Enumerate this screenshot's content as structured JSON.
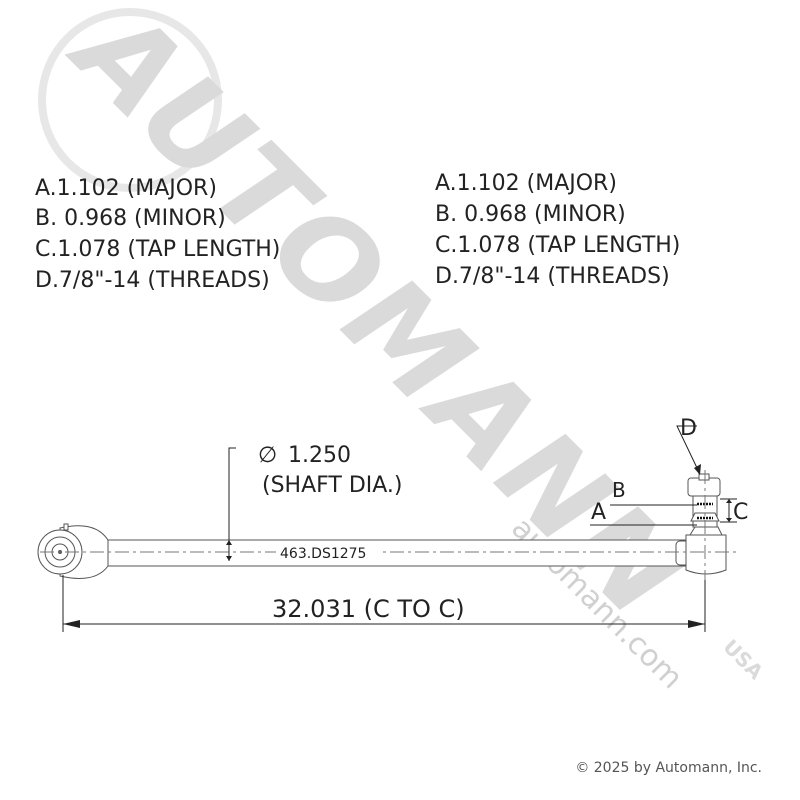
{
  "watermark": {
    "brand": "AUTOMANN",
    "suffix": "USA",
    "url": "automann.com",
    "color": "#cfcfcf"
  },
  "specs_left": [
    "A.1.102 (MAJOR)",
    "B. 0.968 (MINOR)",
    "C.1.078 (TAP LENGTH)",
    "D.7/8\"-14 (THREADS)"
  ],
  "specs_right": [
    "A.1.102 (MAJOR)",
    "B. 0.968 (MINOR)",
    "C.1.078 (TAP LENGTH)",
    "D.7/8\"-14 (THREADS)"
  ],
  "drawing": {
    "shaft_dia_value": "1.250",
    "shaft_dia_label": "(SHAFT DIA.)",
    "diameter_symbol": "∅",
    "part_number": "463.DS1275",
    "length_label": "32.031 (C TO C)",
    "callouts": {
      "a": "A",
      "b": "B",
      "c": "C",
      "d": "D"
    }
  },
  "footer": {
    "copyright": "© 2025 by Automann, Inc."
  }
}
